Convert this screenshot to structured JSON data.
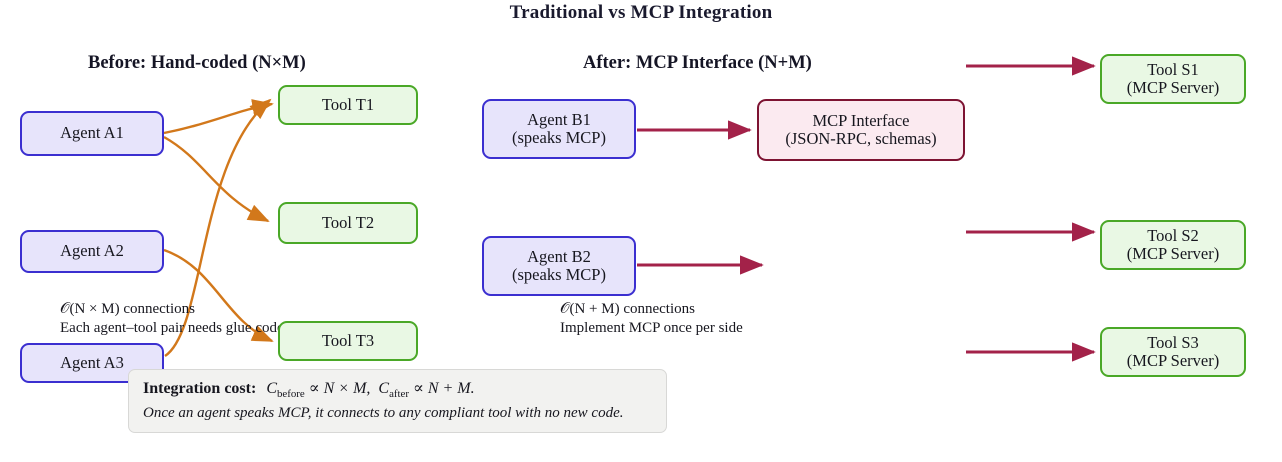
{
  "title": "Traditional vs MCP Integration",
  "panels": {
    "before": {
      "heading": "Before: Hand-coded (N×M)",
      "agents": [
        {
          "label": "Agent A1"
        },
        {
          "label": "Agent A2"
        },
        {
          "label": "Agent A3"
        }
      ],
      "tools": [
        {
          "label": "Tool T1"
        },
        {
          "label": "Tool T2"
        },
        {
          "label": "Tool T3"
        }
      ],
      "note_line1": "𝒪(N × M) connections",
      "note_line2": "Each agent–tool pair needs glue code"
    },
    "after": {
      "heading": "After: MCP Interface (N+M)",
      "agents": [
        {
          "line1": "Agent B1",
          "line2": "(speaks MCP)"
        },
        {
          "line1": "Agent B2",
          "line2": "(speaks MCP)"
        }
      ],
      "interface": {
        "line1": "MCP Interface",
        "line2": "(JSON-RPC, schemas)"
      },
      "servers": [
        {
          "line1": "Tool S1",
          "line2": "(MCP Server)"
        },
        {
          "line1": "Tool S2",
          "line2": "(MCP Server)"
        },
        {
          "line1": "Tool S3",
          "line2": "(MCP Server)"
        }
      ],
      "note_line1": "𝒪(N + M) connections",
      "note_line2": "Implement MCP once per side"
    }
  },
  "caption": {
    "lead": "Integration cost:",
    "formula_before_c": "C",
    "formula_before_sub": "before",
    "formula_before_rest": " ∝ N × M,",
    "formula_after_c": "C",
    "formula_after_sub": "after",
    "formula_after_rest": " ∝ N + M.",
    "line2": "Once an agent speaks MCP, it connects to any compliant tool with no new code."
  },
  "colors": {
    "agent_fill": "#e7e4fb",
    "agent_border": "#3b2fd0",
    "tool_fill": "#e9f8e4",
    "tool_border": "#4aa827",
    "iface_fill": "#fbeaf0",
    "iface_border": "#7d1332",
    "arrow_before": "#d2781b",
    "arrow_after": "#a32249",
    "caption_fill": "#f2f2f0",
    "text": "#17171f"
  }
}
